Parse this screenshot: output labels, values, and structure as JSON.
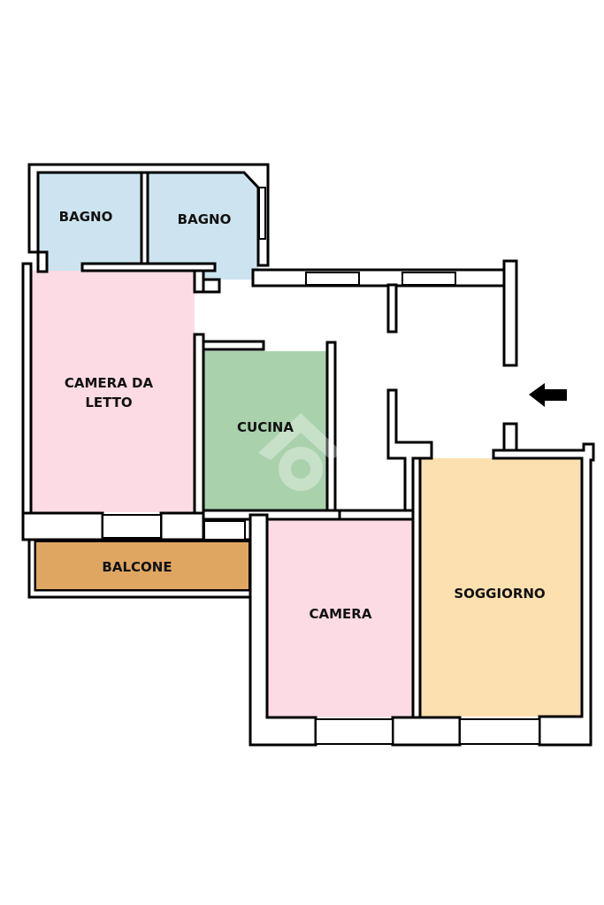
{
  "floorplan": {
    "rooms": [
      {
        "id": "bagno-1",
        "label": "BAGNO",
        "color": "#cde4f0"
      },
      {
        "id": "bagno-2",
        "label": "BAGNO",
        "color": "#cde4f0"
      },
      {
        "id": "camera-da-letto",
        "label_lines": [
          "CAMERA DA",
          "LETTO"
        ],
        "color": "#fddbe5"
      },
      {
        "id": "cucina",
        "label": "CUCINA",
        "color": "#a9d1ac"
      },
      {
        "id": "balcone",
        "label": "BALCONE",
        "color": "#dfa662"
      },
      {
        "id": "camera",
        "label": "CAMERA",
        "color": "#fddbe5"
      },
      {
        "id": "soggiorno",
        "label": "SOGGIORNO",
        "color": "#fde0b0"
      }
    ],
    "entrance_icon": "arrow-left-icon",
    "wall_color": "#000000",
    "watermark_icon": "house-logo-icon"
  }
}
